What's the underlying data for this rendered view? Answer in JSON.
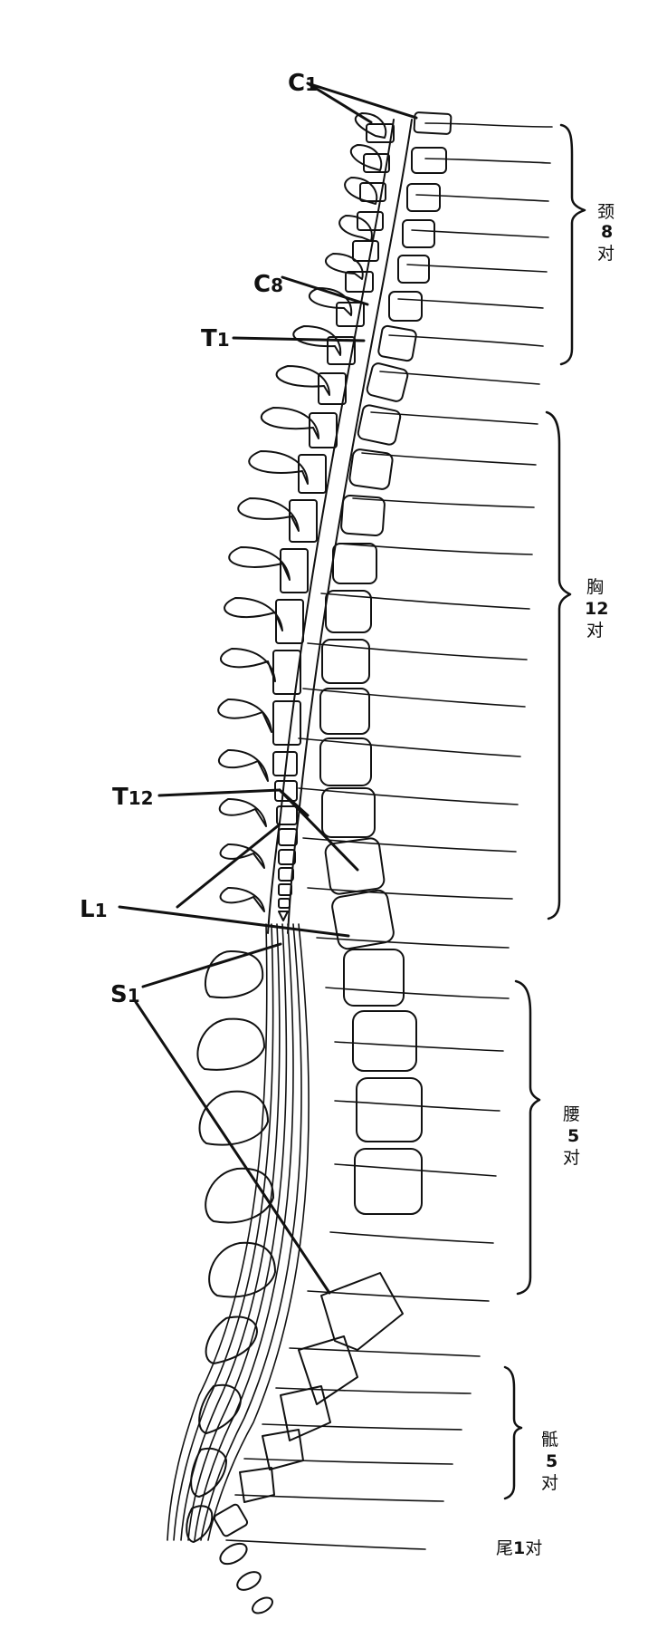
{
  "labels": {
    "c1": "C",
    "c1_sub": "1",
    "c8": "C",
    "c8_sub": "8",
    "t1": "T",
    "t1_sub": "1",
    "t12": "T",
    "t12_sub": "12",
    "l1": "L",
    "l1_sub": "1",
    "s1": "S",
    "s1_sub": "1"
  },
  "groups": {
    "cervical": {
      "name": "颈",
      "count": "8",
      "unit": "对"
    },
    "thoracic": {
      "name": "胸",
      "count": "12",
      "unit": "对"
    },
    "lumbar": {
      "name": "腰",
      "count": "5",
      "unit": "对"
    },
    "sacral": {
      "name": "骶",
      "count": "5",
      "unit": "对"
    },
    "coccygeal": {
      "name": "尾",
      "count": "1",
      "unit": "对"
    }
  }
}
